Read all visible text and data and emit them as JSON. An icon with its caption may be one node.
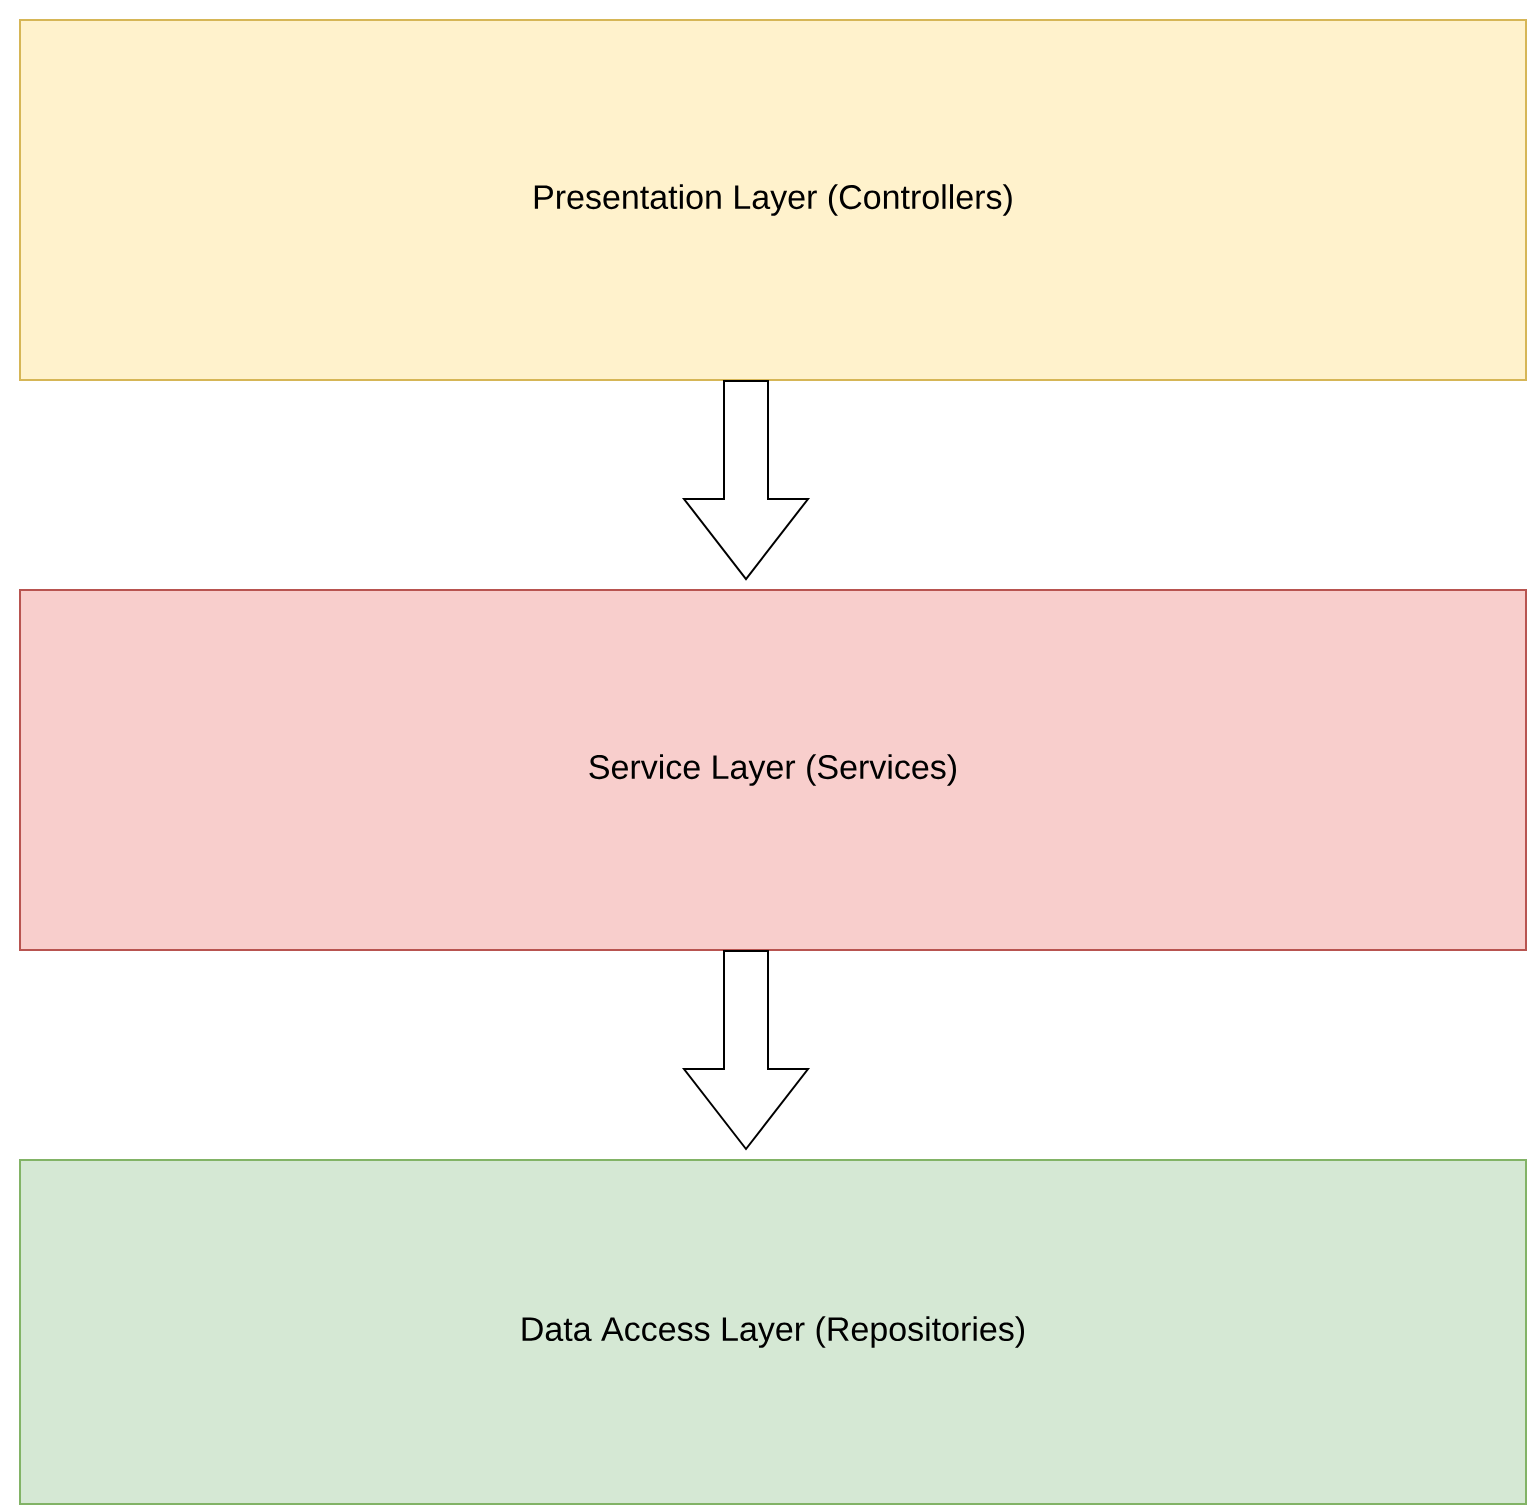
{
  "diagram": {
    "nodes": [
      {
        "text": [
          "Presentation Layer (Controllers)"
        ]
      },
      {
        "text": [
          "Service Layer (Services)"
        ]
      },
      {
        "text": [
          "Data Access Layer (Repositories)"
        ]
      }
    ],
    "edges": [
      {
        "from": 0,
        "to": 1,
        "arrow": "to"
      },
      {
        "from": 1,
        "to": 2,
        "arrow": "to"
      }
    ]
  }
}
